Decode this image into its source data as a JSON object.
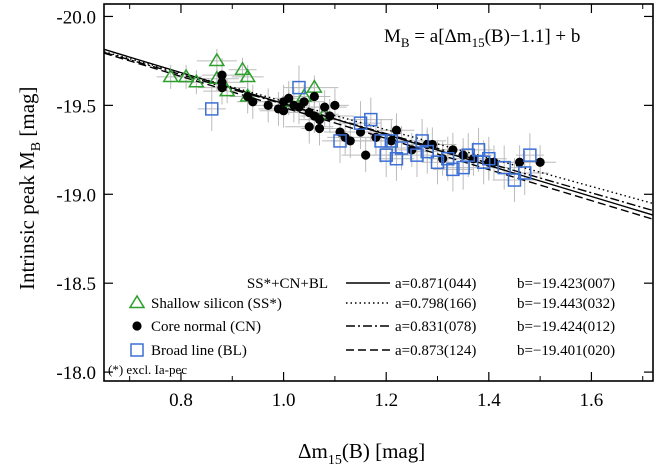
{
  "chart_data": {
    "type": "scatter",
    "xlabel": "Δm15(B)  [mag]",
    "ylabel": "Intrinsic peak M_B  [mag]",
    "formula": "M_B = a[Δm15(B)−1.1] + b",
    "xlim": [
      0.65,
      1.72
    ],
    "ylim": [
      -17.95,
      -20.07
    ],
    "x_ticks": [
      0.8,
      1.0,
      1.2,
      1.4,
      1.6
    ],
    "x_tick_labels": [
      "0.8",
      "1.0",
      "1.2",
      "1.4",
      "1.6"
    ],
    "y_ticks": [
      -20.0,
      -19.5,
      -19.0,
      -18.5,
      -18.0
    ],
    "y_tick_labels": [
      "-20.0",
      "-19.5",
      "-19.0",
      "-18.5",
      "-18.0"
    ],
    "footnote": "(*) excl. Ia-pec",
    "colors": {
      "ss": "#2ca02c",
      "bl": "#3b6fd6",
      "cn": "#000000",
      "errorbar": "#bbbbbb"
    },
    "series": [
      {
        "name": "Shallow silicon (SS*)",
        "marker": "triangle-open",
        "x": [
          0.78,
          0.81,
          0.83,
          0.87,
          0.87,
          0.89,
          0.92,
          0.93,
          0.93,
          1.01,
          1.04,
          1.06,
          1.08
        ],
        "y": [
          -19.66,
          -19.66,
          -19.63,
          -19.75,
          -19.65,
          -19.58,
          -19.7,
          -19.66,
          -19.55,
          -19.52,
          -19.55,
          -19.6,
          -19.45
        ]
      },
      {
        "name": "Core normal (CN)",
        "marker": "circle-filled",
        "x": [
          0.88,
          0.88,
          0.88,
          0.93,
          0.94,
          0.97,
          0.99,
          1.0,
          1.0,
          1.01,
          1.02,
          1.03,
          1.04,
          1.05,
          1.05,
          1.06,
          1.06,
          1.07,
          1.07,
          1.08,
          1.09,
          1.1,
          1.11,
          1.12,
          1.13,
          1.15,
          1.16,
          1.18,
          1.21,
          1.22,
          1.25,
          1.28,
          1.29,
          1.31,
          1.33,
          1.35,
          1.37,
          1.4,
          1.41,
          1.46,
          1.5
        ],
        "y": [
          -19.67,
          -19.63,
          -19.6,
          -19.55,
          -19.52,
          -19.5,
          -19.48,
          -19.52,
          -19.47,
          -19.54,
          -19.5,
          -19.49,
          -19.52,
          -19.46,
          -19.38,
          -19.44,
          -19.55,
          -19.37,
          -19.42,
          -19.49,
          -19.44,
          -19.5,
          -19.35,
          -19.32,
          -19.3,
          -19.35,
          -19.22,
          -19.32,
          -19.3,
          -19.36,
          -19.25,
          -19.28,
          -19.28,
          -19.2,
          -19.25,
          -19.22,
          -19.2,
          -19.18,
          -19.18,
          -19.18,
          -19.18
        ]
      },
      {
        "name": "Broad line (BL)",
        "marker": "square-open",
        "x": [
          0.86,
          1.03,
          1.11,
          1.15,
          1.17,
          1.19,
          1.2,
          1.21,
          1.22,
          1.23,
          1.26,
          1.27,
          1.28,
          1.3,
          1.32,
          1.33,
          1.35,
          1.36,
          1.38,
          1.39,
          1.4,
          1.43,
          1.45,
          1.47,
          1.48
        ],
        "y": [
          -19.48,
          -19.6,
          -19.3,
          -19.4,
          -19.42,
          -19.3,
          -19.22,
          -19.3,
          -19.2,
          -19.26,
          -19.22,
          -19.3,
          -19.24,
          -19.18,
          -19.2,
          -19.14,
          -19.15,
          -19.22,
          -19.25,
          -19.18,
          -19.2,
          -19.15,
          -19.08,
          -19.12,
          -19.22
        ]
      }
    ],
    "fits": [
      {
        "label": "SS*+CN+BL",
        "style": "solid",
        "a": 0.871,
        "b": -19.423,
        "a_text": "a=0.871(044)",
        "b_text": "b=−19.423(007)"
      },
      {
        "label": "",
        "style": "dotted",
        "a": 0.798,
        "b": -19.443,
        "a_text": "a=0.798(166)",
        "b_text": "b=−19.443(032)"
      },
      {
        "label": "",
        "style": "dashdot",
        "a": 0.831,
        "b": -19.424,
        "a_text": "a=0.831(078)",
        "b_text": "b=−19.424(012)"
      },
      {
        "label": "",
        "style": "dashed",
        "a": 0.873,
        "b": -19.401,
        "a_text": "a=0.873(124)",
        "b_text": "b=−19.401(020)"
      }
    ]
  }
}
